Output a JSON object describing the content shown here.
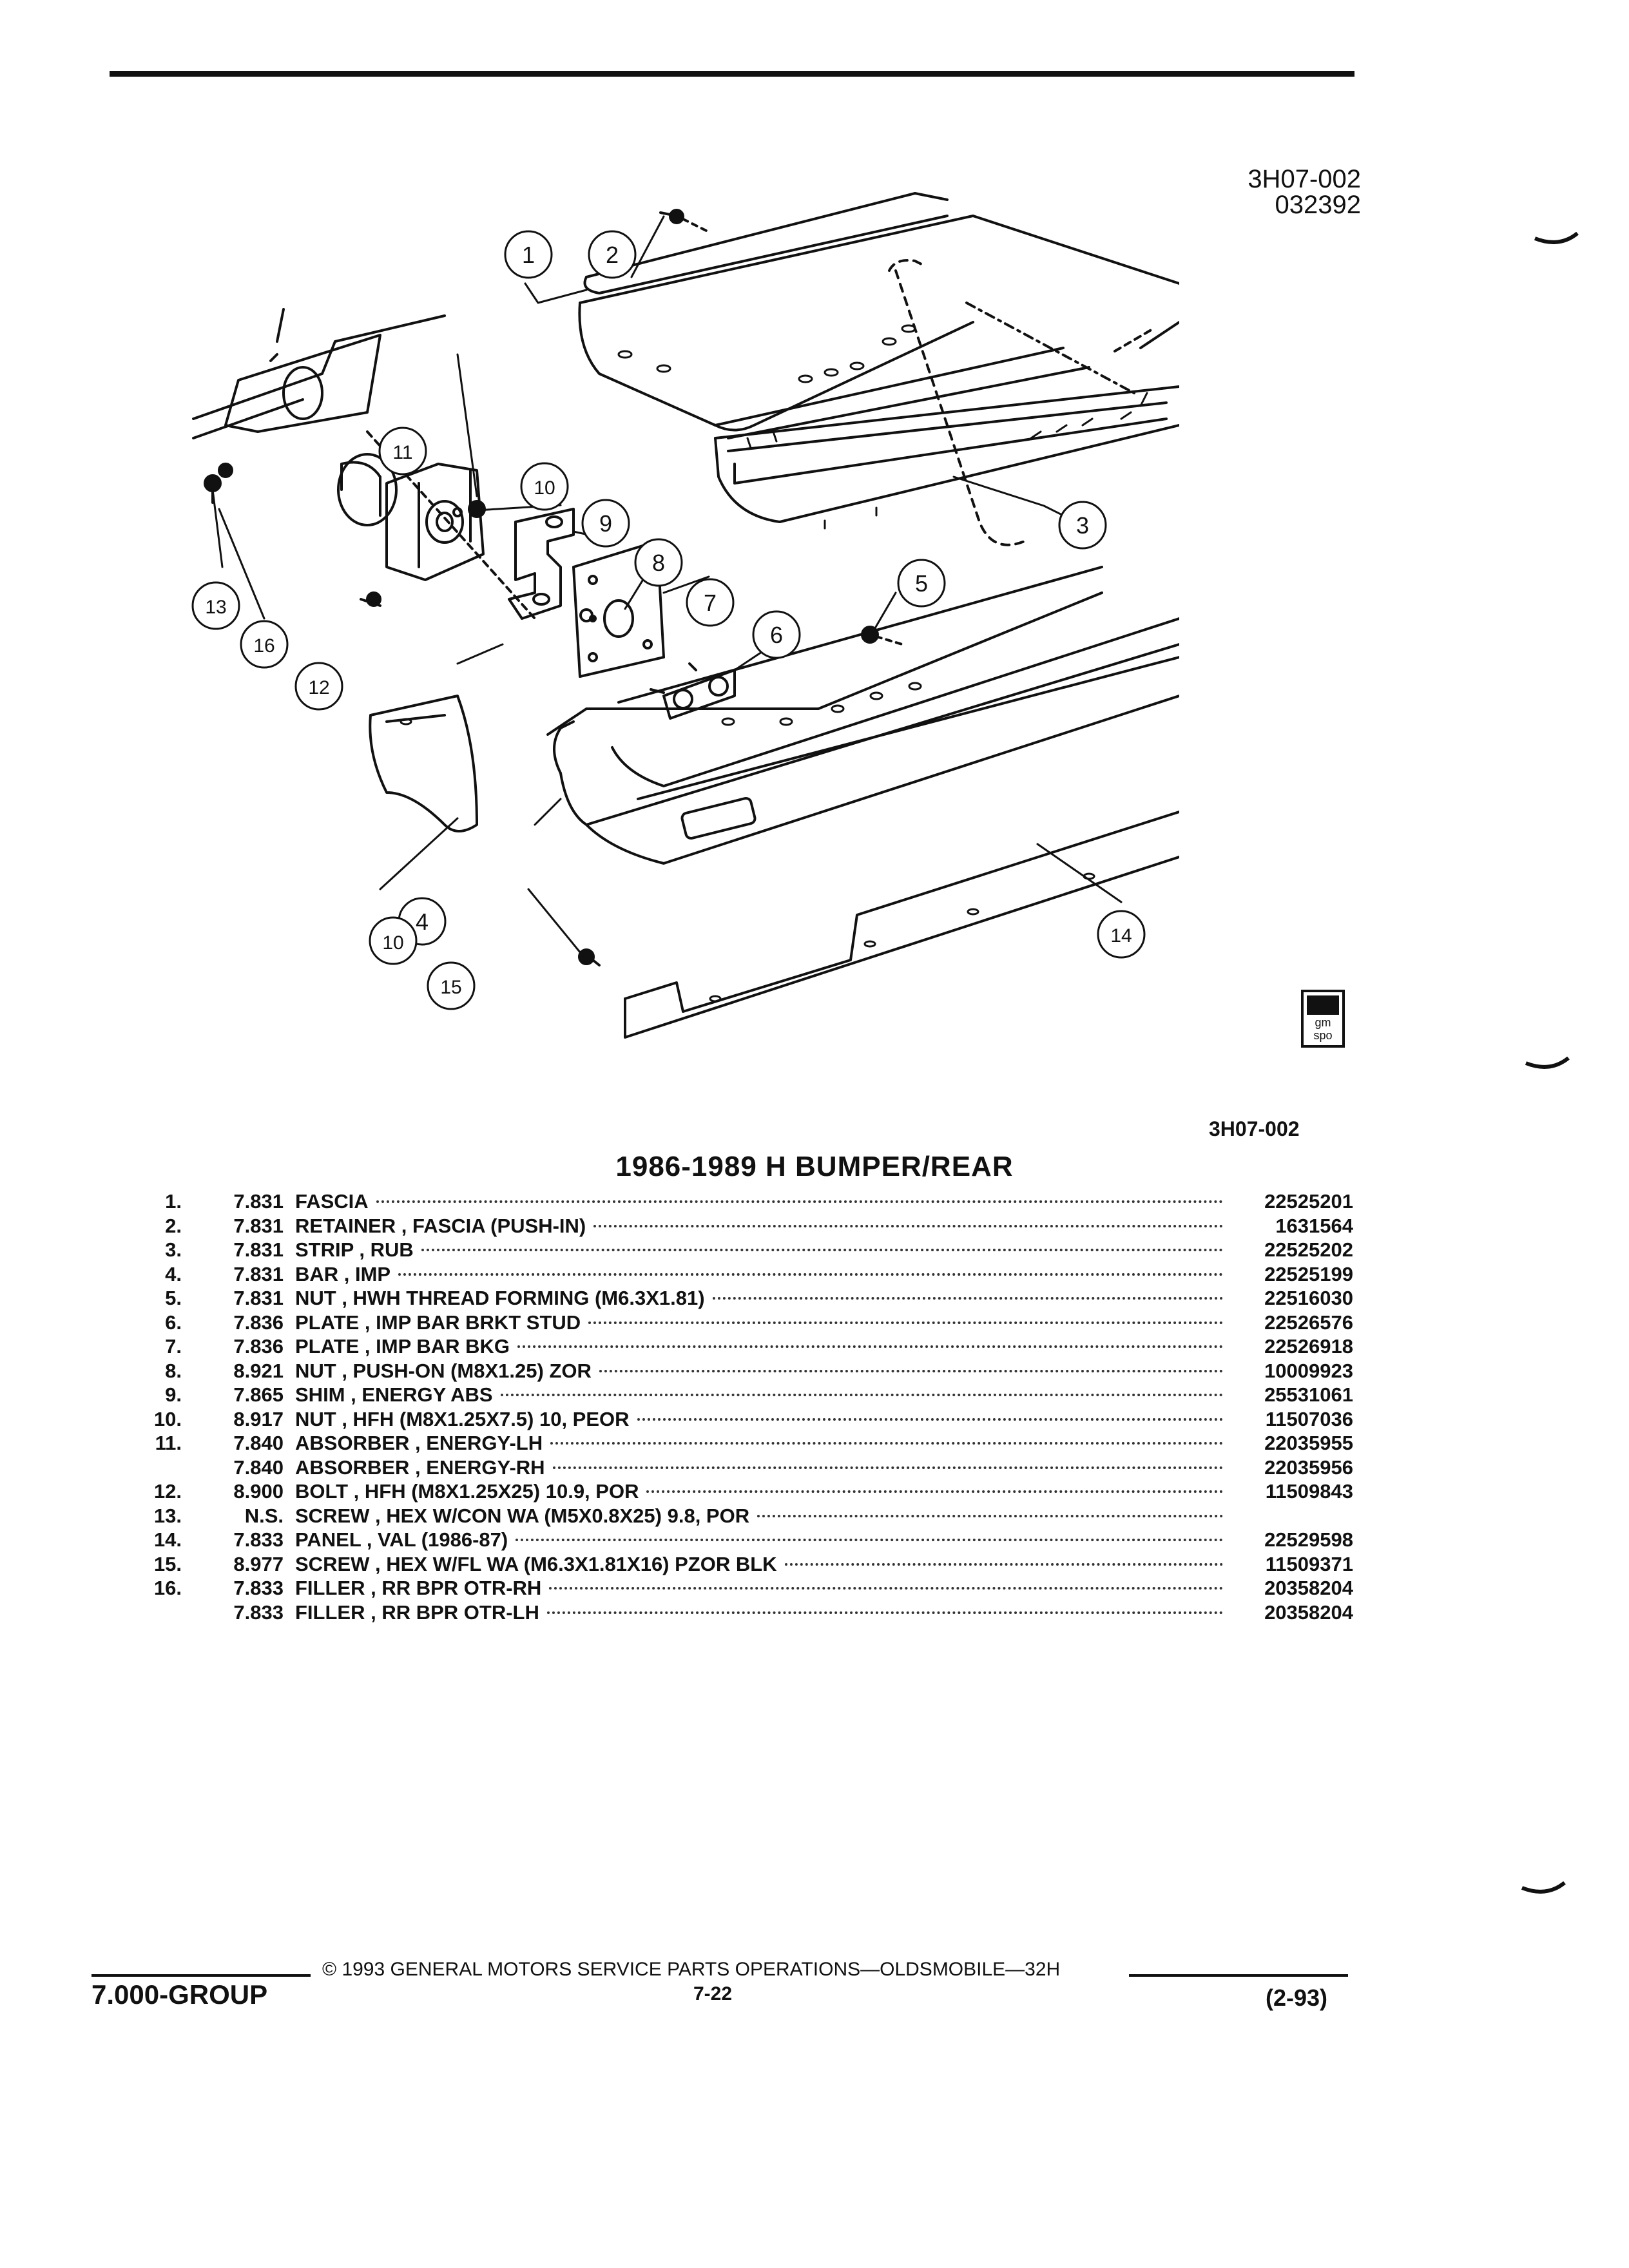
{
  "header": {
    "figure_code": "3H07-002",
    "figure_date": "032392"
  },
  "diagram": {
    "callouts": [
      "1",
      "2",
      "3",
      "4",
      "5",
      "6",
      "7",
      "8",
      "9",
      "10",
      "10",
      "11",
      "12",
      "13",
      "14",
      "15",
      "16"
    ],
    "logo_text_top": "gm",
    "logo_text_bottom": "spo"
  },
  "figure_ref": "3H07-002",
  "title": "1986-1989 H BUMPER/REAR",
  "parts": [
    {
      "num": "1.",
      "group": "7.831",
      "desc": "FASCIA",
      "part": "22525201"
    },
    {
      "num": "2.",
      "group": "7.831",
      "desc": "RETAINER , FASCIA (PUSH-IN)",
      "part": "1631564"
    },
    {
      "num": "3.",
      "group": "7.831",
      "desc": "STRIP , RUB",
      "part": "22525202"
    },
    {
      "num": "4.",
      "group": "7.831",
      "desc": "BAR , IMP",
      "part": "22525199"
    },
    {
      "num": "5.",
      "group": "7.831",
      "desc": "NUT , HWH THREAD FORMING (M6.3X1.81)",
      "part": "22516030"
    },
    {
      "num": "6.",
      "group": "7.836",
      "desc": "PLATE , IMP BAR BRKT STUD",
      "part": "22526576"
    },
    {
      "num": "7.",
      "group": "7.836",
      "desc": "PLATE , IMP BAR BKG",
      "part": "22526918"
    },
    {
      "num": "8.",
      "group": "8.921",
      "desc": "NUT , PUSH-ON (M8X1.25) ZOR",
      "part": "10009923"
    },
    {
      "num": "9.",
      "group": "7.865",
      "desc": "SHIM , ENERGY ABS",
      "part": "25531061"
    },
    {
      "num": "10.",
      "group": "8.917",
      "desc": "NUT , HFH (M8X1.25X7.5) 10, PEOR",
      "part": "11507036"
    },
    {
      "num": "11.",
      "group": "7.840",
      "desc": "ABSORBER , ENERGY-LH",
      "part": "22035955"
    },
    {
      "num": "",
      "group": "7.840",
      "desc": "ABSORBER , ENERGY-RH",
      "part": "22035956"
    },
    {
      "num": "12.",
      "group": "8.900",
      "desc": "BOLT , HFH (M8X1.25X25) 10.9, POR",
      "part": "11509843"
    },
    {
      "num": "13.",
      "group": "N.S.",
      "desc": "SCREW , HEX W/CON WA (M5X0.8X25) 9.8, POR",
      "part": ""
    },
    {
      "num": "14.",
      "group": "7.833",
      "desc": "PANEL , VAL (1986-87)",
      "part": "22529598"
    },
    {
      "num": "15.",
      "group": "8.977",
      "desc": "SCREW , HEX W/FL WA (M6.3X1.81X16) PZOR BLK",
      "part": "11509371"
    },
    {
      "num": "16.",
      "group": "7.833",
      "desc": "FILLER , RR BPR OTR-RH",
      "part": "20358204"
    },
    {
      "num": "",
      "group": "7.833",
      "desc": "FILLER , RR BPR OTR-LH",
      "part": "20358204"
    }
  ],
  "footer": {
    "copyright": "© 1993 GENERAL MOTORS SERVICE PARTS OPERATIONS—OLDSMOBILE—32H",
    "group": "7.000-GROUP",
    "page": "7-22",
    "revision": "(2-93)"
  }
}
